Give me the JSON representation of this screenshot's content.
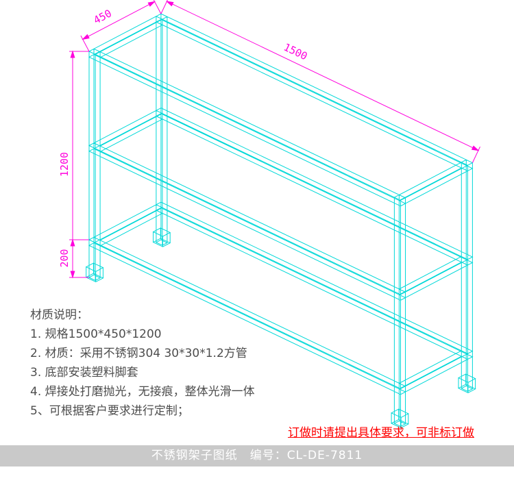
{
  "drawing": {
    "stroke_color": "#00d8d8",
    "dimension_color": "#ff00dd",
    "dimensions": {
      "depth": "450",
      "length": "1500",
      "height": "1200",
      "bottom_clearance": "200"
    }
  },
  "notes": {
    "title": "材质说明：",
    "items": [
      "1. 规格1500*450*1200",
      "2. 材质：采用不锈钢304 30*30*1.2方管",
      "3. 底部安装塑料脚套",
      "4. 焊接处打磨抛光，无接痕，整体光滑一体",
      "5、可根据客户要求进行定制；"
    ]
  },
  "warning": {
    "text": "订做时请提出具体要求，可非标订做",
    "color": "#ff0000"
  },
  "footer": {
    "text": "不锈钢架子图纸　编号：CL-DE-7811",
    "background": "#c9c9c9"
  }
}
